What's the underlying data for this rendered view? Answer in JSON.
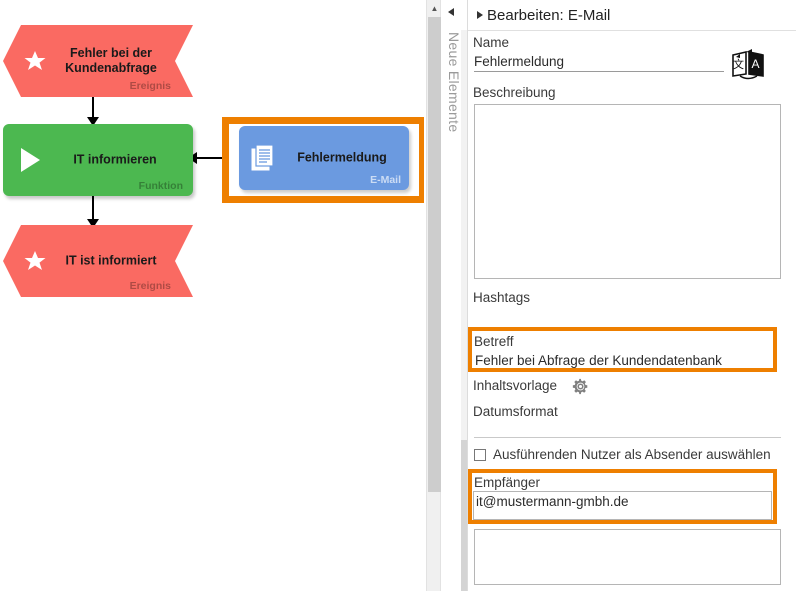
{
  "canvas": {
    "nodes": [
      {
        "id": "event-start",
        "label": "Fehler bei der Kundenabfrage",
        "type_label": "Ereignis",
        "shape": "hexagon",
        "icon": "star-icon",
        "color": "#fa6a62"
      },
      {
        "id": "function",
        "label": "IT informieren",
        "type_label": "Funktion",
        "shape": "rounded-rect",
        "icon": "play-icon",
        "color": "#4cb850"
      },
      {
        "id": "event-end",
        "label": "IT ist informiert",
        "type_label": "Ereignis",
        "shape": "hexagon",
        "icon": "star-icon",
        "color": "#fa6a62"
      },
      {
        "id": "email",
        "label": "Fehlermeldung",
        "type_label": "E-Mail",
        "shape": "rounded-rect",
        "icon": "document-icon",
        "color": "#6b9ae0",
        "selected": true
      }
    ]
  },
  "side_tab": {
    "label": "Neue Elemente"
  },
  "panel": {
    "header": {
      "title": "Bearbeiten: E-Mail"
    },
    "name": {
      "label": "Name",
      "value": "Fehlermeldung"
    },
    "description": {
      "label": "Beschreibung",
      "value": ""
    },
    "hashtags": {
      "label": "Hashtags"
    },
    "betreff": {
      "label": "Betreff",
      "value": "Fehler bei Abfrage der Kundendatenbank",
      "highlighted": true
    },
    "inhaltsvorlage": {
      "label": "Inhaltsvorlage"
    },
    "datumsformat": {
      "label": "Datumsformat"
    },
    "sender_checkbox": {
      "label": "Ausführenden Nutzer als Absender auswählen",
      "checked": false
    },
    "empfaenger": {
      "label": "Empfänger",
      "value": "it@mustermann-gmbh.de",
      "highlighted": true
    },
    "bottom_field": {
      "value": ""
    }
  },
  "colors": {
    "highlight_orange": "#ee7f00",
    "event_red": "#fa6a62",
    "function_green": "#4cb850",
    "email_blue": "#6b9ae0"
  }
}
